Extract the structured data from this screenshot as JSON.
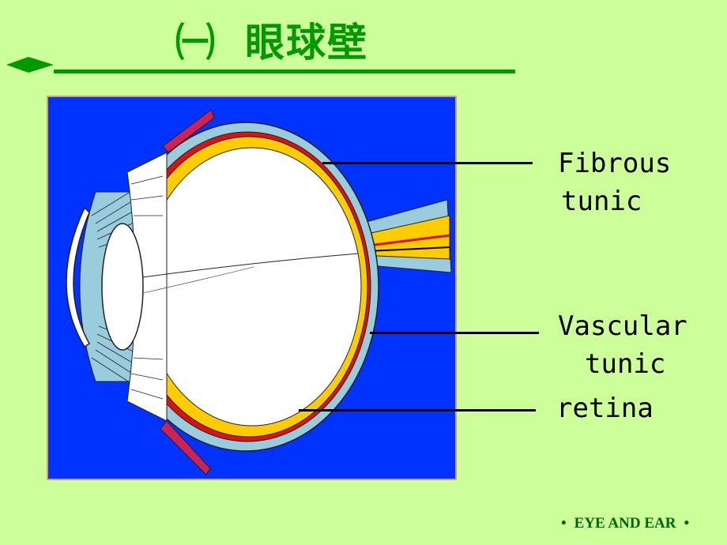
{
  "title": {
    "number": "㈠",
    "text": "眼球壁"
  },
  "labels": {
    "fibrous_line1": "Fibrous",
    "fibrous_line2": "tunic",
    "vascular_line1": "Vascular",
    "vascular_line2": "tunic",
    "retina": "retina"
  },
  "footer": {
    "bullet": "•",
    "text": "EYE AND EAR"
  },
  "colors": {
    "background": "#ccff99",
    "title": "#009900",
    "figure_background": "#0033ff",
    "fibrous": "#99ccdd",
    "vascular": "#dd1111",
    "retina": "#ffcc00"
  }
}
